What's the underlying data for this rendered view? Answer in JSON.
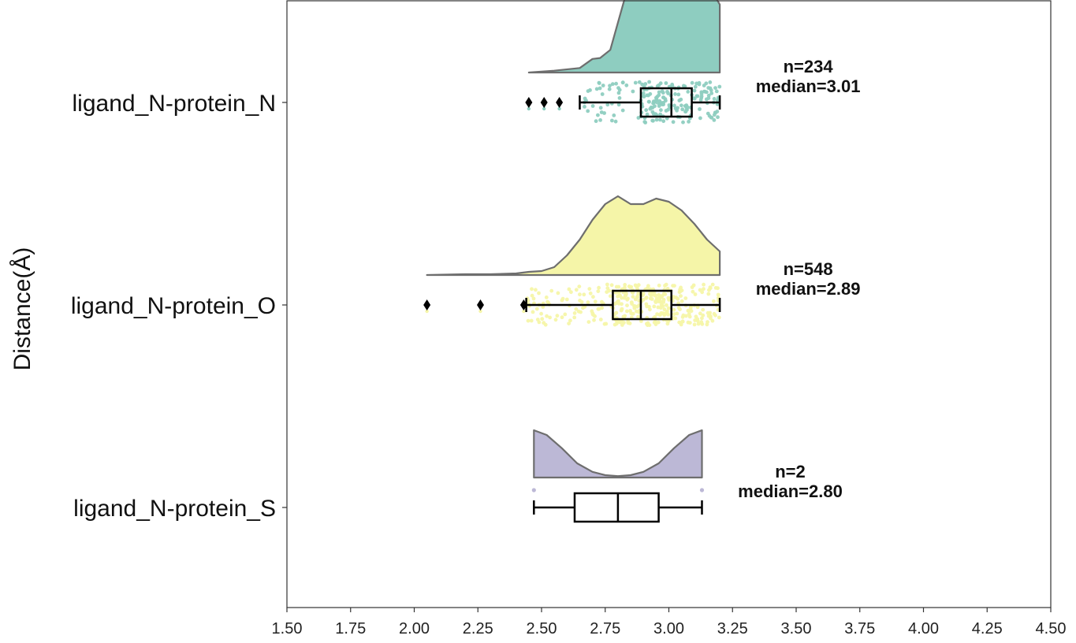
{
  "chart_data": {
    "type": "raincloud",
    "title": "",
    "xlabel": "",
    "ylabel": "Distance(Å)",
    "xlim": [
      1.5,
      4.5
    ],
    "xticks": [
      "1.50",
      "1.75",
      "2.00",
      "2.25",
      "2.50",
      "2.75",
      "3.00",
      "3.25",
      "3.50",
      "3.75",
      "4.00",
      "4.25",
      "4.50"
    ],
    "grid": false,
    "categories": [
      "ligand_N-protein_N",
      "ligand_N-protein_O",
      "ligand_N-protein_S"
    ],
    "series": [
      {
        "category": "ligand_N-protein_N",
        "color": "#8ecdc0",
        "n_label": "n=234",
        "median_label": "median=3.01",
        "box": {
          "whisker_low": 2.65,
          "q1": 2.89,
          "median": 3.01,
          "q3": 3.09,
          "whisker_high": 3.2
        },
        "outliers": [
          2.45,
          2.51,
          2.57
        ],
        "density": [
          [
            2.45,
            0.0
          ],
          [
            2.55,
            0.02
          ],
          [
            2.65,
            0.05
          ],
          [
            2.7,
            0.15
          ],
          [
            2.73,
            0.16
          ],
          [
            2.77,
            0.25
          ],
          [
            2.8,
            0.55
          ],
          [
            2.83,
            0.85
          ],
          [
            2.86,
            0.97
          ],
          [
            2.9,
            0.87
          ],
          [
            2.94,
            0.93
          ],
          [
            2.98,
            0.99
          ],
          [
            3.02,
            0.97
          ],
          [
            3.06,
            1.0
          ],
          [
            3.1,
            0.97
          ],
          [
            3.15,
            0.9
          ],
          [
            3.18,
            0.85
          ],
          [
            3.2,
            0.75
          ]
        ]
      },
      {
        "category": "ligand_N-protein_O",
        "color": "#f5f5a8",
        "n_label": "n=548",
        "median_label": "median=2.89",
        "box": {
          "whisker_low": 2.44,
          "q1": 2.78,
          "median": 2.89,
          "q3": 3.01,
          "whisker_high": 3.2
        },
        "outliers": [
          2.05,
          2.26,
          2.43
        ],
        "density": [
          [
            2.05,
            0.0
          ],
          [
            2.2,
            0.01
          ],
          [
            2.3,
            0.01
          ],
          [
            2.4,
            0.02
          ],
          [
            2.45,
            0.04
          ],
          [
            2.5,
            0.05
          ],
          [
            2.55,
            0.1
          ],
          [
            2.6,
            0.25
          ],
          [
            2.65,
            0.45
          ],
          [
            2.7,
            0.7
          ],
          [
            2.75,
            0.9
          ],
          [
            2.8,
            1.0
          ],
          [
            2.85,
            0.9
          ],
          [
            2.9,
            0.9
          ],
          [
            2.95,
            0.97
          ],
          [
            3.0,
            0.93
          ],
          [
            3.05,
            0.82
          ],
          [
            3.1,
            0.65
          ],
          [
            3.15,
            0.45
          ],
          [
            3.2,
            0.3
          ]
        ]
      },
      {
        "category": "ligand_N-protein_S",
        "color": "#bcb8d6",
        "n_label": "n=2",
        "median_label": "median=2.80",
        "box": {
          "whisker_low": 2.47,
          "q1": 2.63,
          "median": 2.8,
          "q3": 2.96,
          "whisker_high": 3.13
        },
        "outliers": [],
        "points": [
          2.47,
          3.13
        ],
        "density": [
          [
            2.47,
            1.0
          ],
          [
            2.52,
            0.9
          ],
          [
            2.58,
            0.62
          ],
          [
            2.64,
            0.3
          ],
          [
            2.7,
            0.12
          ],
          [
            2.75,
            0.05
          ],
          [
            2.8,
            0.03
          ],
          [
            2.85,
            0.05
          ],
          [
            2.9,
            0.12
          ],
          [
            2.96,
            0.3
          ],
          [
            3.02,
            0.62
          ],
          [
            3.08,
            0.9
          ],
          [
            3.13,
            1.0
          ]
        ]
      }
    ]
  }
}
